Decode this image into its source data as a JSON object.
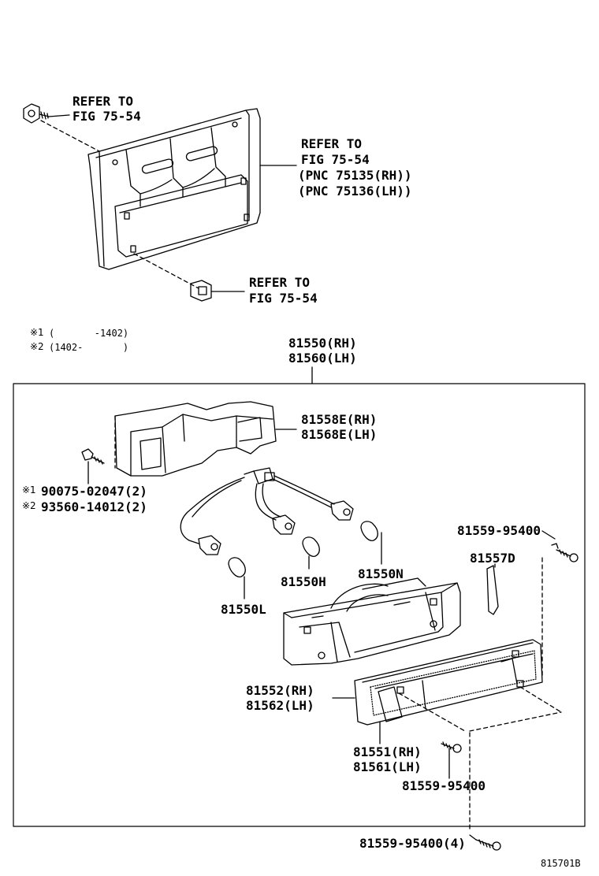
{
  "callouts": {
    "refer_bolt": [
      "REFER TO",
      "FIG 75-54"
    ],
    "refer_bracket": [
      "REFER TO",
      "FIG 75-54",
      "(PNC 75135(RH))",
      "(PNC 75136(LH))"
    ],
    "refer_clip": [
      "REFER TO",
      "FIG 75-54"
    ],
    "notes": {
      "note1_mark": "※1",
      "note1_text": "(       -1402)",
      "note2_mark": "※2",
      "note2_text": "(1402-       )"
    },
    "lamp_assy": [
      "81550(RH)",
      "81560(LH)"
    ],
    "cover": [
      "81558E(RH)",
      "81568E(LH)"
    ],
    "screw_left": {
      "mark1": "※1",
      "part1": "90075-02047(2)",
      "mark2": "※2",
      "part2": "93560-14012(2)"
    },
    "screw_right": "81559-95400",
    "gasket": "81557D",
    "bulb_mid": "81550H",
    "bulb_right": "81550N",
    "bulb_left": "81550L",
    "lens": [
      "81552(RH)",
      "81562(LH)"
    ],
    "reflector": [
      "81551(RH)",
      "81561(LH)"
    ],
    "screw_bottom_mid": "81559-95400",
    "screw_bottom": "81559-95400(4)",
    "figure_id": "815701B"
  },
  "colors": {
    "line": "#000000",
    "background": "#ffffff"
  }
}
